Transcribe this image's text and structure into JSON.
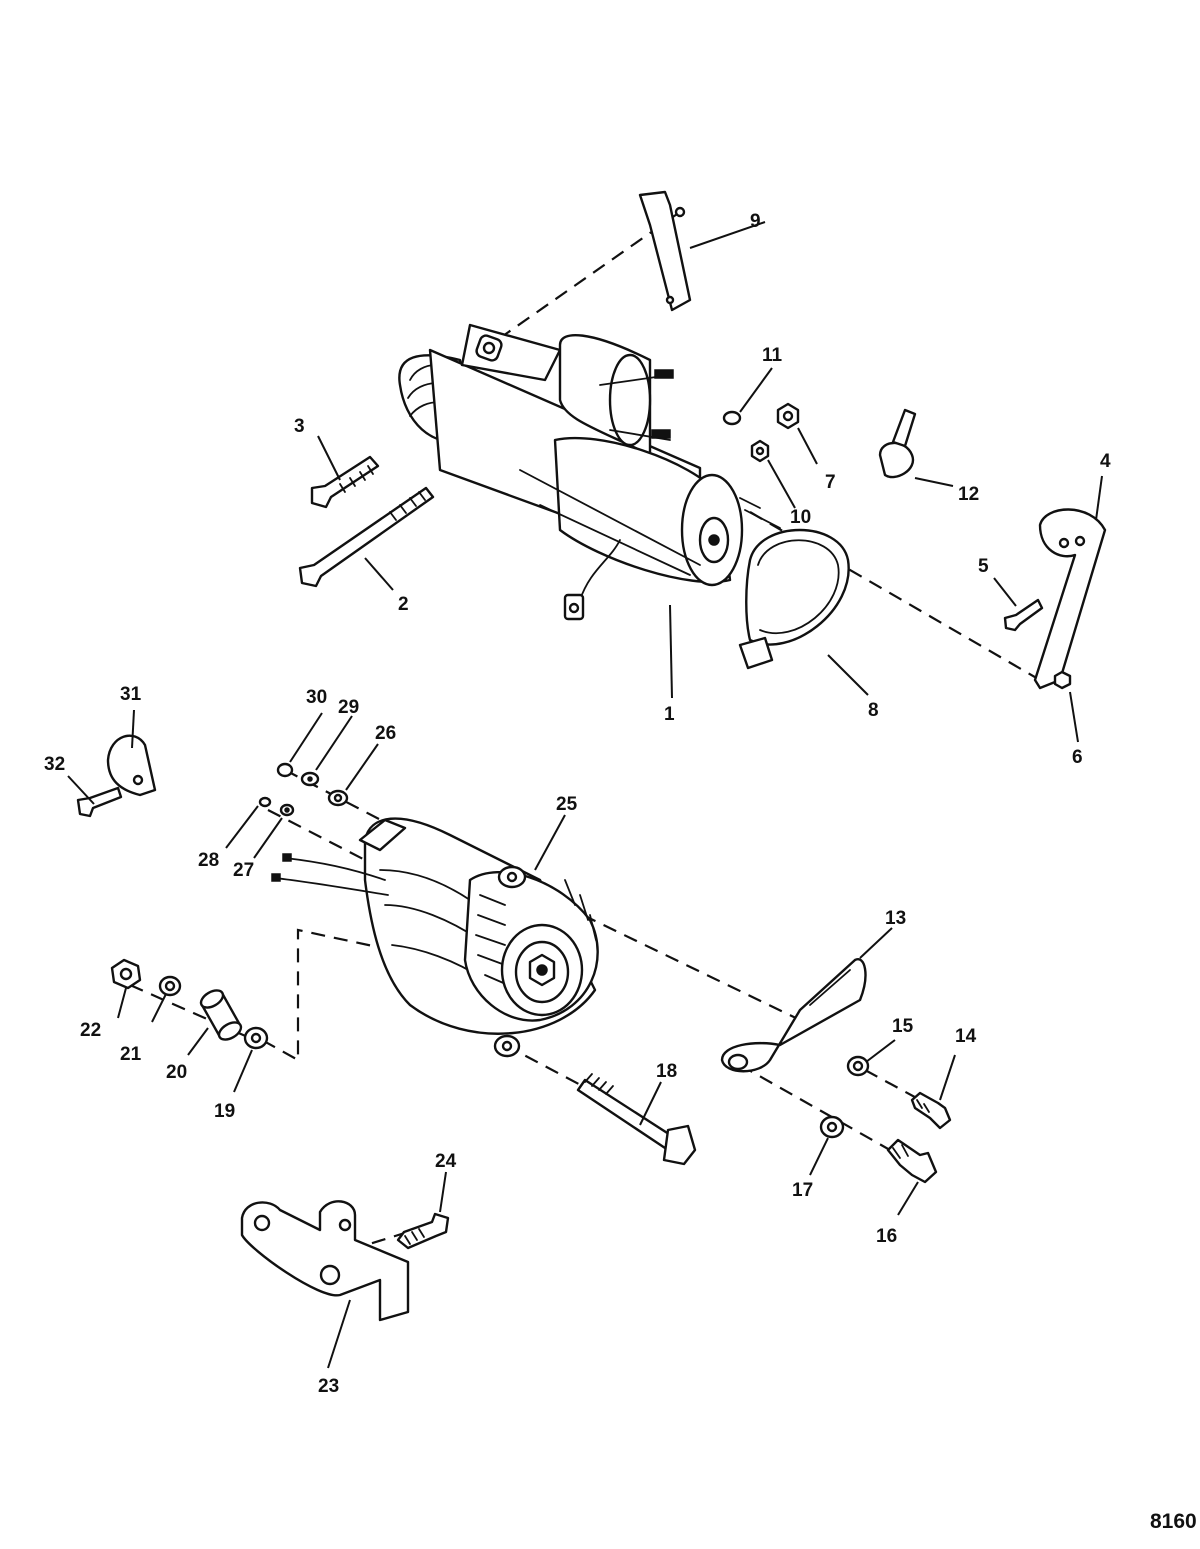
{
  "figure_number": "8160",
  "callouts": [
    "1",
    "2",
    "3",
    "4",
    "5",
    "6",
    "7",
    "8",
    "9",
    "10",
    "11",
    "12",
    "13",
    "14",
    "15",
    "16",
    "17",
    "18",
    "19",
    "20",
    "21",
    "22",
    "23",
    "24",
    "25",
    "26",
    "27",
    "28",
    "29",
    "30",
    "31",
    "32"
  ]
}
